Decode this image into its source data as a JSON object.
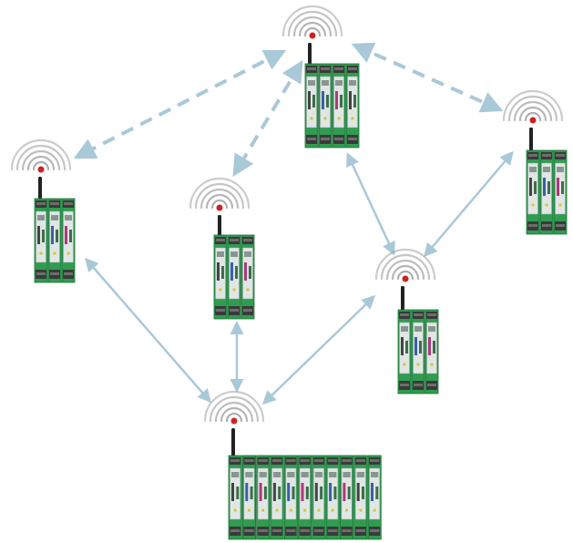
{
  "colors": {
    "background": "#ffffff",
    "link": "#a9c8d8",
    "wave": "#a3a3a3",
    "wave_center": "#cc2222",
    "module_green": "#2f9d4f",
    "module_dark_green": "#1f6e37",
    "module_face": "#dfe6e4",
    "antenna": "#222222"
  },
  "nodes": [
    {
      "id": "n-top",
      "modules": 4
    },
    {
      "id": "n-left",
      "modules": 3
    },
    {
      "id": "n-middle",
      "modules": 3
    },
    {
      "id": "n-right",
      "modules": 3
    },
    {
      "id": "n-center-right",
      "modules": 3
    },
    {
      "id": "n-bottom",
      "modules": 11
    }
  ],
  "links": [
    {
      "from": "n-top",
      "to": "n-left",
      "style": "dashed"
    },
    {
      "from": "n-top",
      "to": "n-middle",
      "style": "dashed"
    },
    {
      "from": "n-top",
      "to": "n-right",
      "style": "dashed"
    },
    {
      "from": "n-top",
      "to": "n-center-right",
      "style": "solid"
    },
    {
      "from": "n-right",
      "to": "n-center-right",
      "style": "solid"
    },
    {
      "from": "n-left",
      "to": "n-bottom",
      "style": "solid"
    },
    {
      "from": "n-middle",
      "to": "n-bottom",
      "style": "solid"
    },
    {
      "from": "n-center-right",
      "to": "n-bottom",
      "style": "solid"
    }
  ]
}
